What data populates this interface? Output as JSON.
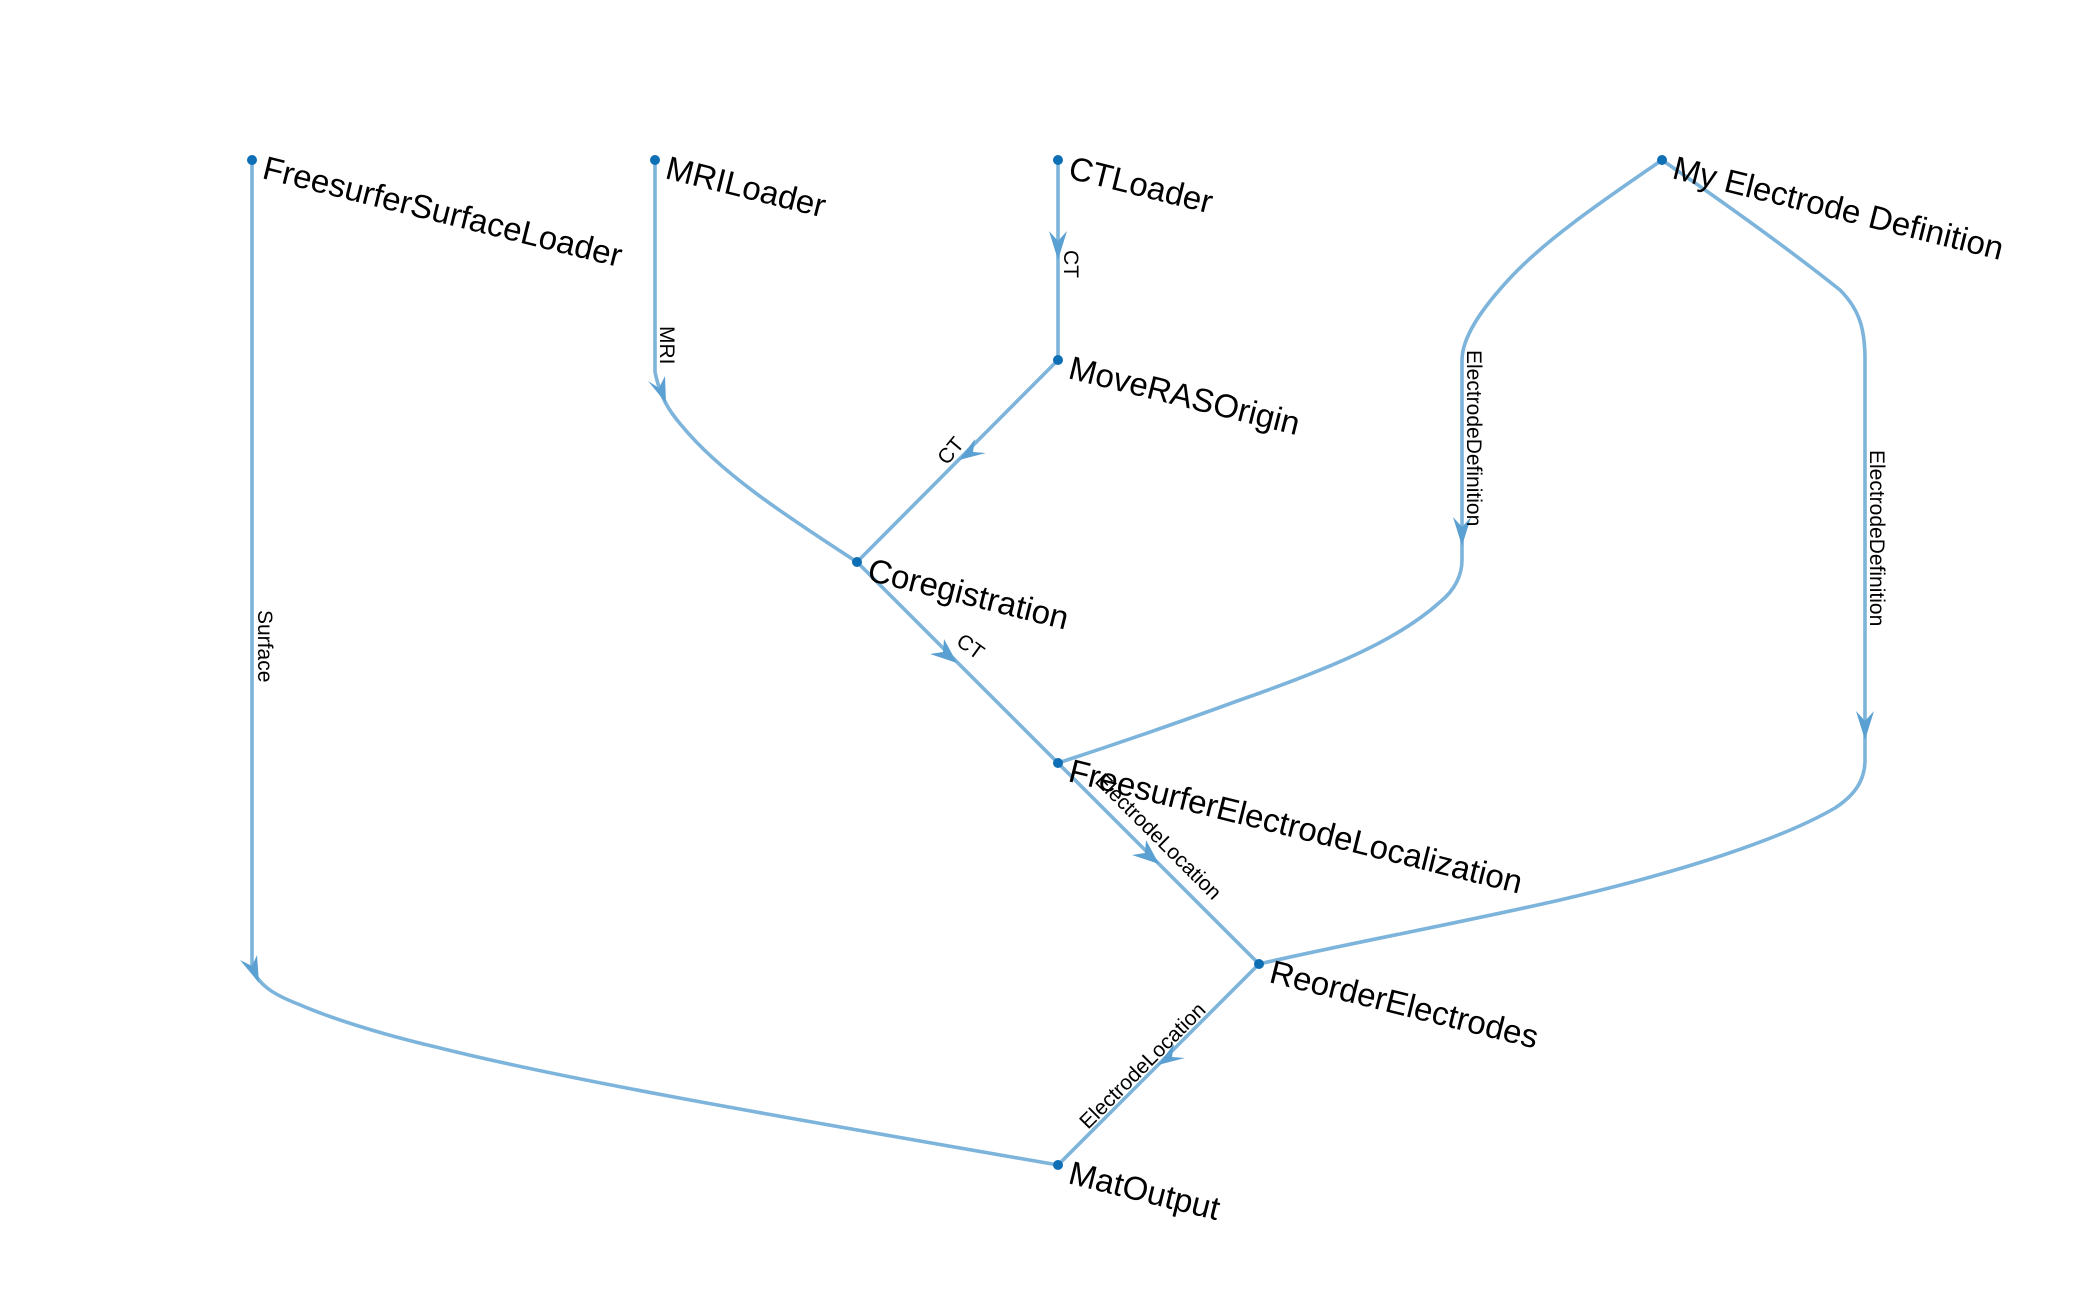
{
  "colors": {
    "edge": "#7db4db",
    "arrow": "#5aa0d2",
    "node": "#0f6fb5",
    "text": "#000000",
    "background": "#ffffff"
  },
  "nodes": [
    {
      "id": "freesurfer_surface_loader",
      "label": "FreesurferSurfaceLoader"
    },
    {
      "id": "mri_loader",
      "label": "MRILoader"
    },
    {
      "id": "ct_loader",
      "label": "CTLoader"
    },
    {
      "id": "my_electrode_definition",
      "label": "My Electrode Definition"
    },
    {
      "id": "move_ras_origin",
      "label": "MoveRASOrigin"
    },
    {
      "id": "coregistration",
      "label": "Coregistration"
    },
    {
      "id": "freesurfer_electrode_localization",
      "label": "FreesurferElectrodeLocalization"
    },
    {
      "id": "reorder_electrodes",
      "label": "ReorderElectrodes"
    },
    {
      "id": "mat_output",
      "label": "MatOutput"
    }
  ],
  "edges": [
    {
      "id": "ct_loader_to_move_ras_origin",
      "from": "ct_loader",
      "to": "move_ras_origin",
      "label": "CT"
    },
    {
      "id": "move_ras_origin_to_coregistration",
      "from": "move_ras_origin",
      "to": "coregistration",
      "label": "CT"
    },
    {
      "id": "mri_loader_to_coregistration",
      "from": "mri_loader",
      "to": "coregistration",
      "label": "MRI"
    },
    {
      "id": "coregistration_to_electrode_localization",
      "from": "coregistration",
      "to": "freesurfer_electrode_localization",
      "label": "CT"
    },
    {
      "id": "electrode_definition_to_localization",
      "from": "my_electrode_definition",
      "to": "freesurfer_electrode_localization",
      "label": "ElectrodeDefinition"
    },
    {
      "id": "electrode_definition_to_reorder",
      "from": "my_electrode_definition",
      "to": "reorder_electrodes",
      "label": "ElectrodeDefinition"
    },
    {
      "id": "localization_to_reorder",
      "from": "freesurfer_electrode_localization",
      "to": "reorder_electrodes",
      "label": "ElectrodeLocation"
    },
    {
      "id": "reorder_to_mat_output",
      "from": "reorder_electrodes",
      "to": "mat_output",
      "label": "ElectrodeLocation"
    },
    {
      "id": "surface_loader_to_mat_output",
      "from": "freesurfer_surface_loader",
      "to": "mat_output",
      "label": "Surface"
    }
  ]
}
